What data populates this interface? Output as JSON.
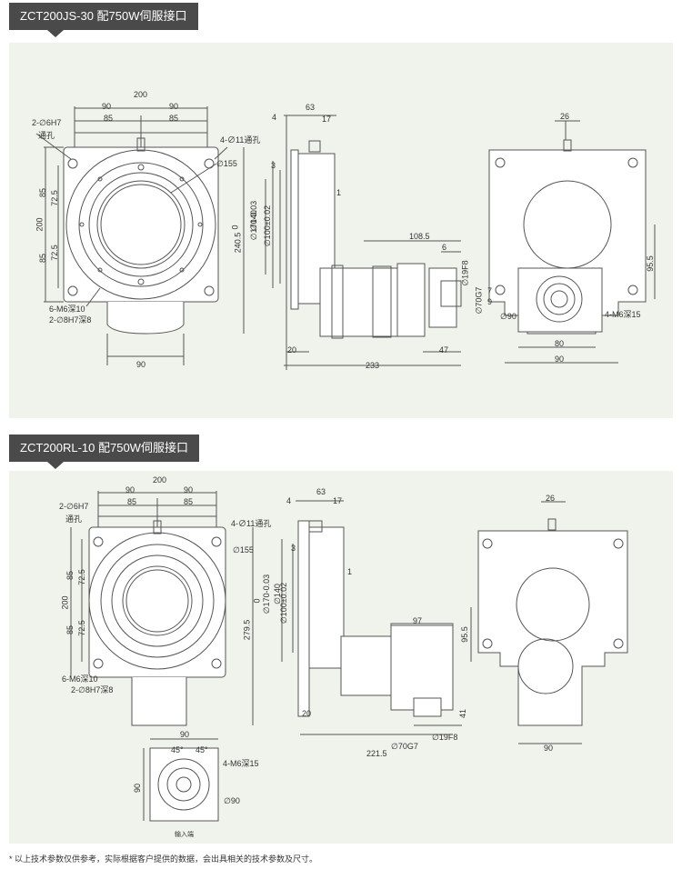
{
  "section1": {
    "title": "ZCT200JS-30 配750W伺服接口",
    "front": {
      "w200": "200",
      "w90a": "90",
      "w90b": "90",
      "w85a": "85",
      "w85b": "85",
      "hole6": "2-∅6H7",
      "hole6b": "通孔",
      "hole11": "4-∅11通孔",
      "d155": "∅155",
      "h200": "200",
      "h85a": "85",
      "h72a": "72.5",
      "h85b": "85",
      "h72b": "72.5",
      "h240": "240.5",
      "m6": "6-M6深10",
      "h8": "2-∅8H7深8",
      "b90": "90"
    },
    "side": {
      "d63": "63",
      "d4": "4",
      "d17": "17",
      "d3": "3",
      "d1": "1",
      "d0": "0",
      "d170": "∅170-0.03",
      "d140": "∅140",
      "d100": "∅100±0.02",
      "d108": "108.5",
      "d6": "6",
      "d19": "∅19F8",
      "d70": "∅70G7",
      "d20": "20",
      "d47": "47",
      "d233": "233"
    },
    "right": {
      "d26": "26",
      "d95": "95.5",
      "d90c": "∅90",
      "m6b": "4-M6深15",
      "d80": "80",
      "d90": "90",
      "d7": "7",
      "d9": "9"
    }
  },
  "section2": {
    "title": "ZCT200RL-10 配750W伺服接口",
    "front": {
      "w200": "200",
      "w90a": "90",
      "w90b": "90",
      "w85a": "85",
      "w85b": "85",
      "hole6": "2-∅6H7",
      "hole6b": "通孔",
      "hole11": "4-∅11通孔",
      "d155": "∅155",
      "h200": "200",
      "h85a": "85",
      "h72a": "72.5",
      "h85b": "85",
      "h72b": "72.5",
      "h279": "279.5",
      "m6": "6-M6深10",
      "h8": "2-∅8H7深8"
    },
    "side": {
      "d63": "63",
      "d4": "4",
      "d17": "17",
      "d3": "3",
      "d1": "1",
      "d0": "0",
      "d170": "∅170-0.03",
      "d140": "∅140",
      "d100": "∅100±0.02",
      "d97": "97",
      "d41": "41",
      "d19": "∅19F8",
      "d70": "∅70G7",
      "d20": "20",
      "d221": "221.5"
    },
    "right": {
      "d26": "26",
      "d95": "95.5",
      "d90": "90"
    },
    "bottom": {
      "d90": "90",
      "d90h": "90",
      "d45a": "45°",
      "d45b": "45°",
      "m6": "4-M6深15",
      "d90c": "∅90",
      "note": "输入端"
    }
  },
  "footnote": "* 以上技术参数仅供参考，实际根据客户提供的数据，会出具相关的技术参数及尺寸。",
  "colors": {
    "panel": "#f0f3ec",
    "line": "#555555",
    "tag": "#4a4a4a"
  }
}
